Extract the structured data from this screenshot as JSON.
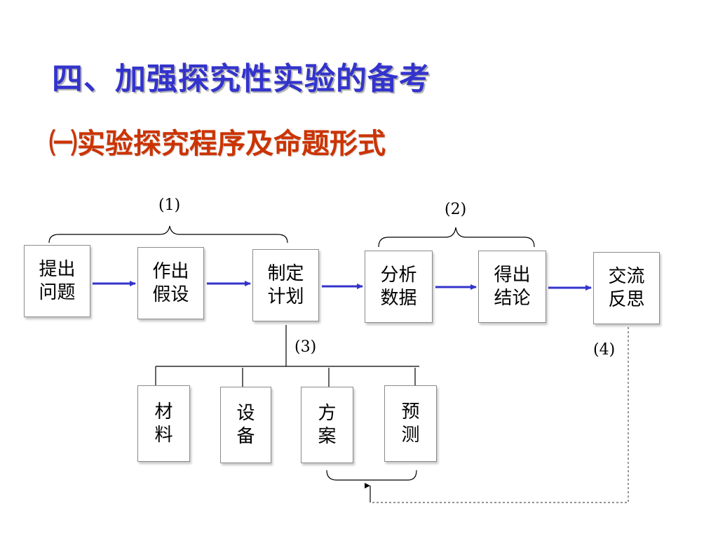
{
  "slide": {
    "title": "四、加强探究性实验的备考",
    "subtitle": "㈠实验探究程序及命题形式"
  },
  "steps": [
    {
      "text": "提出\n问题"
    },
    {
      "text": "作出\n假设"
    },
    {
      "text": "制定\n计划"
    },
    {
      "text": "分析\n数据"
    },
    {
      "text": "得出\n结论"
    },
    {
      "text": "交流\n反思"
    }
  ],
  "plan_items": [
    {
      "text": "材\n料"
    },
    {
      "text": "设\n备"
    },
    {
      "text": "方\n案"
    },
    {
      "text": "预\n测"
    }
  ],
  "labels": {
    "l1": "(1)",
    "l2": "(2)",
    "l3": "(3)",
    "l4": "(4)"
  },
  "colors": {
    "title": "#3333cc",
    "subtitle": "#cc3300",
    "arrow": "#3333cc"
  }
}
